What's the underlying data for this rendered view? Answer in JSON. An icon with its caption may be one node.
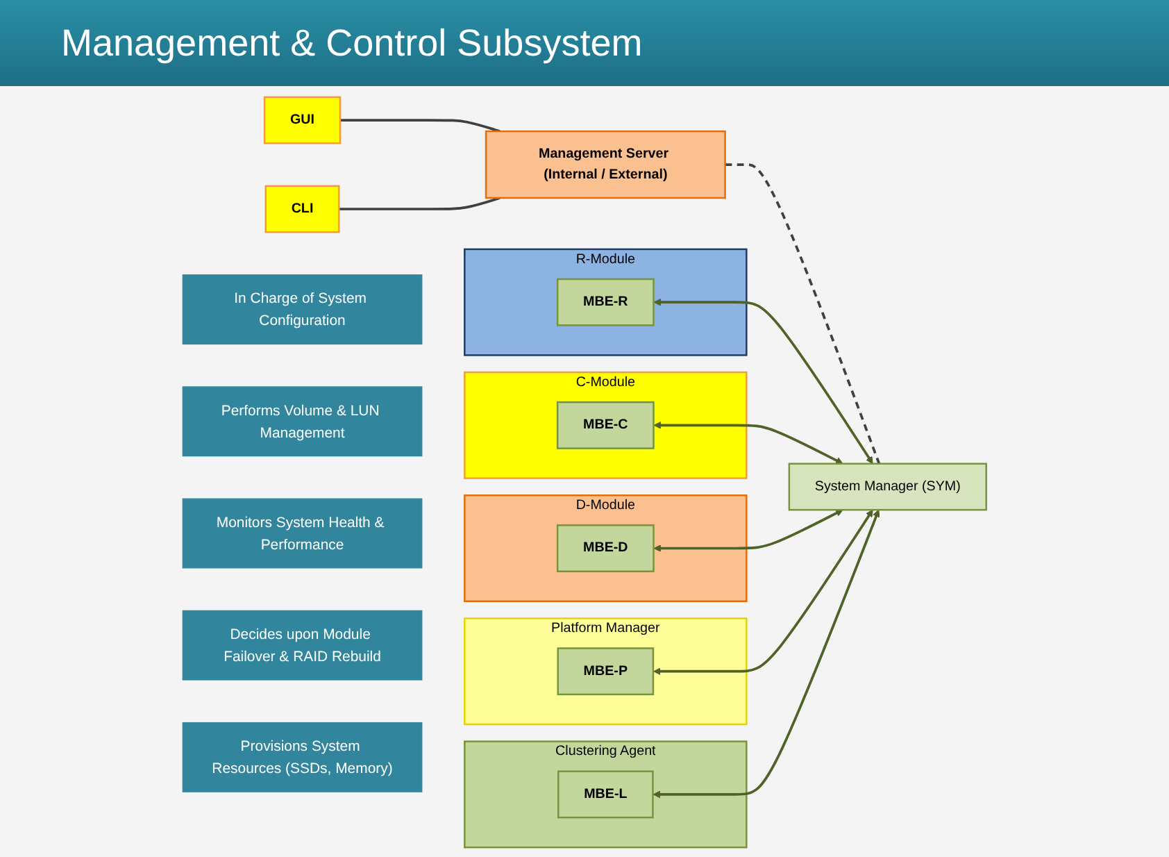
{
  "diagram": {
    "title": "Management & Control Subsystem",
    "nodes": [
      {
        "text": [
          "GUI"
        ]
      },
      {
        "text": [
          "CLI"
        ]
      },
      {
        "text": [
          "Management Server (Internal / External)"
        ]
      },
      {
        "text": [
          "R-Module"
        ]
      },
      {
        "text": [
          "MBE-R"
        ],
        "in": 3
      },
      {
        "text": [
          "C-Module"
        ]
      },
      {
        "text": [
          "MBE-C"
        ],
        "in": 5
      },
      {
        "text": [
          "D-Module"
        ]
      },
      {
        "text": [
          "MBE-D"
        ],
        "in": 7
      },
      {
        "text": [
          "Platform Manager"
        ]
      },
      {
        "text": [
          "MBE-P"
        ],
        "in": 9
      },
      {
        "text": [
          "Clustering Agent"
        ]
      },
      {
        "text": [
          "MBE-L"
        ],
        "in": 11
      },
      {
        "text": [
          "System Manager (SYM)"
        ]
      },
      {
        "text": [
          "In Charge of System Configuration"
        ]
      },
      {
        "text": [
          "Performs Volume & LUN Management"
        ]
      },
      {
        "text": [
          "Monitors System Health & Performance"
        ]
      },
      {
        "text": [
          "Decides upon Module Failover & RAID Rebuild"
        ]
      },
      {
        "text": [
          "Provisions System Resources (SSDs, Memory)"
        ]
      }
    ],
    "edges": [
      {
        "from": 0,
        "to": 2,
        "arrow": "none",
        "color": "#404040"
      },
      {
        "from": 1,
        "to": 2,
        "arrow": "none",
        "color": "#404040"
      },
      {
        "from": 2,
        "to": 13,
        "arrow": "none",
        "style": "dashed",
        "color": "#404040"
      },
      {
        "from": 4,
        "to": 13,
        "arrow": "both"
      },
      {
        "from": 6,
        "to": 13,
        "arrow": "both"
      },
      {
        "from": 8,
        "to": 13,
        "arrow": "both"
      },
      {
        "from": 10,
        "to": 13,
        "arrow": "both"
      },
      {
        "from": 12,
        "to": 13,
        "arrow": "both"
      }
    ]
  }
}
